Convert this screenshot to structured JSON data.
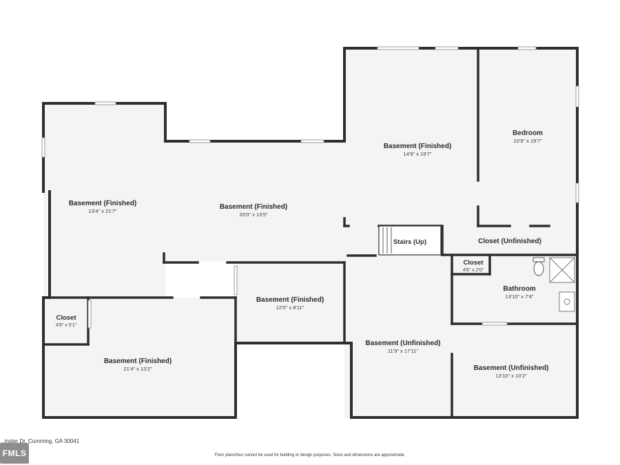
{
  "rooms": {
    "basement_left": {
      "name": "Basement (Finished)",
      "dims": "13'4\" x 21'7\""
    },
    "basement_center": {
      "name": "Basement (Finished)",
      "dims": "20'0\" x 13'5\""
    },
    "basement_top_right": {
      "name": "Basement (Finished)",
      "dims": "14'9\" x 19'7\""
    },
    "bedroom": {
      "name": "Bedroom",
      "dims": "10'9\" x 19'7\""
    },
    "stairs": {
      "name": "Stairs (Up)"
    },
    "closet_unfinished": {
      "name": "Closet (Unfinished)"
    },
    "closet_small": {
      "name": "Closet",
      "dims": "4'6\" x 2'0\""
    },
    "bathroom": {
      "name": "Bathroom",
      "dims": "13'10\" x 7'4\""
    },
    "basement_middle": {
      "name": "Basement (Finished)",
      "dims": "12'0\" x 8'11\""
    },
    "closet_left": {
      "name": "Closet",
      "dims": "4'9\" x 5'1\""
    },
    "basement_bottom_left": {
      "name": "Basement (Finished)",
      "dims": "21'4\" x 13'2\""
    },
    "basement_unfinished_1": {
      "name": "Basement (Unfinished)",
      "dims": "11'9\" x 17'11\""
    },
    "basement_unfinished_2": {
      "name": "Basement (Unfinished)",
      "dims": "13'10\" x 10'2\""
    }
  },
  "footer": {
    "address": "...inster Dr, Cumming, GA 30041",
    "disclaimer": "Floor plans/tour cannot be used for building or design purposes. Sizes and dimensions are approximate.",
    "logo_text": "FMLS"
  },
  "colors": {
    "wall": "#2e2e2e",
    "floor": "#f4f4f4",
    "window": "#ffffff"
  }
}
